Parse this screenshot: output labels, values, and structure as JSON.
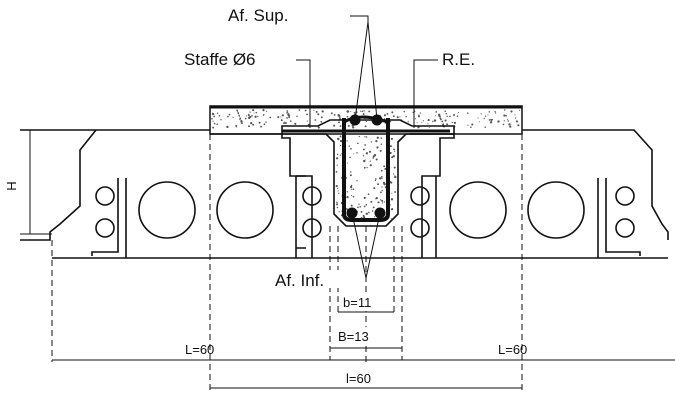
{
  "labels": {
    "af_sup": "Af. Sup.",
    "staffe": "Staffe Ø6",
    "re": "R.E.",
    "h": "H",
    "af_inf": "Af. Inf.",
    "b_small": "b=11",
    "b_big": "B=13",
    "l_left": "L=60",
    "l_right": "L=60",
    "i_bottom": "l=60"
  },
  "colors": {
    "line": "#111111",
    "background": "#ffffff",
    "concrete_dot": "#555555"
  }
}
